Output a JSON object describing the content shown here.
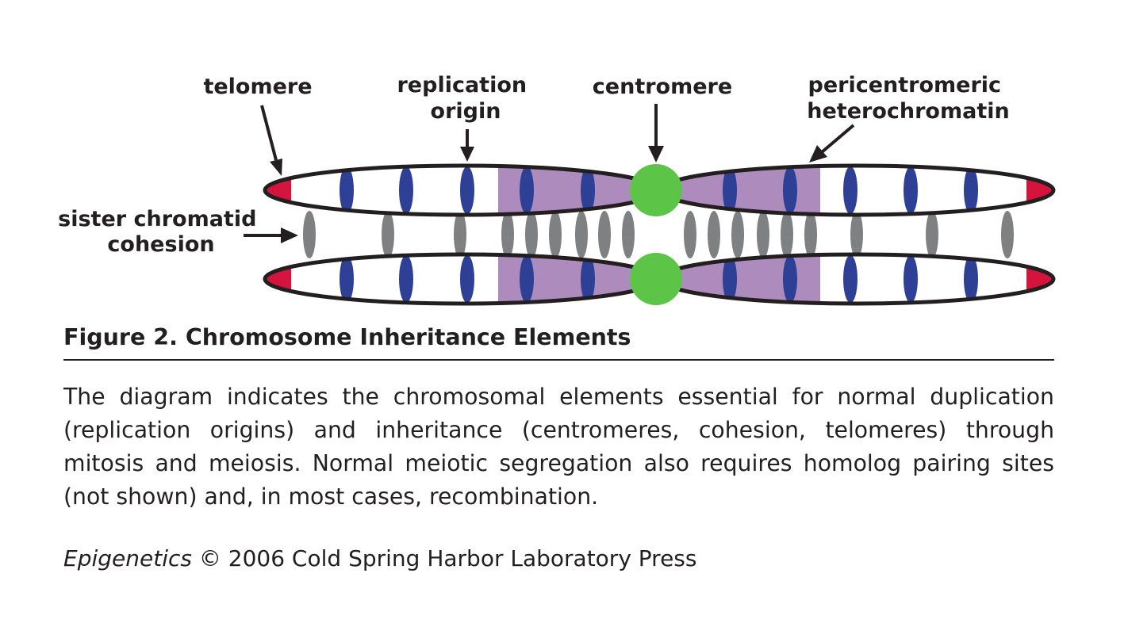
{
  "diagram": {
    "labels": {
      "telomere": "telomere",
      "replication_origin": [
        "replication",
        "origin"
      ],
      "centromere": "centromere",
      "pericentromeric": [
        "pericentromeric",
        "heterochromatin"
      ],
      "cohesion": [
        "sister chromatid",
        "cohesion"
      ]
    },
    "colors": {
      "telomere": "#d4143c",
      "replication_origin": "#2e3f96",
      "heterochromatin": "#ad8cbd",
      "centromere": "#5cc447",
      "cohesin": "#7f8082",
      "outline": "#231f20"
    }
  },
  "figure": {
    "title": "Figure 2. Chromosome Inheritance Elements",
    "caption": "The diagram indicates the chromosomal elements essential for normal duplication (replication origins) and inheritance (centromeres, cohesion, telomeres) through mitosis and meiosis. Normal meiotic segregation also requires homolog pairing sites (not shown) and, in most cases, recombination.",
    "credit_book": "Epigenetics",
    "credit_rest": " © 2006 Cold Spring Harbor Laboratory Press"
  }
}
